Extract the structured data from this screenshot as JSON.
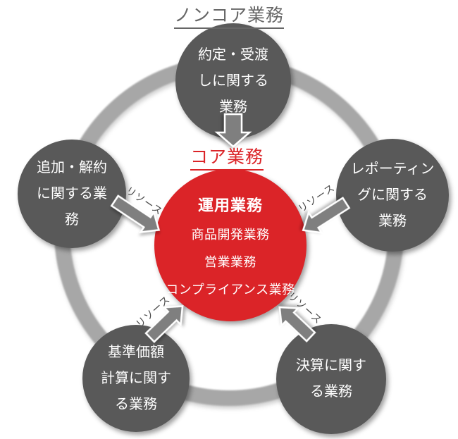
{
  "diagram": {
    "title": "ノンコア業務",
    "core_title": "コア業務",
    "resource_label": "リソース",
    "center_circle": {
      "lines": [
        "運用業務",
        "商品開発業務",
        "営業業務",
        "コンプライアンス業務"
      ]
    },
    "satellites": {
      "top": {
        "lines": [
          "約定・受渡",
          "しに関する",
          "業務"
        ]
      },
      "left": {
        "lines": [
          "追加・解約",
          "に関する業",
          "務"
        ]
      },
      "right": {
        "lines": [
          "レポーティン",
          "グに関する",
          "業務"
        ]
      },
      "bottom_left": {
        "lines": [
          "基準価額",
          "計算に関す",
          "る業務"
        ]
      },
      "bottom_right": {
        "lines": [
          "決算に関す",
          "る業務"
        ]
      }
    }
  },
  "colors": {
    "core_red": "#DB2428",
    "noncore_gray": "#595959",
    "ring_gray": "#A7A7A7",
    "arrow_gray": "#7F7F7F",
    "title_gray": "#666666",
    "resource_text": "#4A4A4A"
  }
}
